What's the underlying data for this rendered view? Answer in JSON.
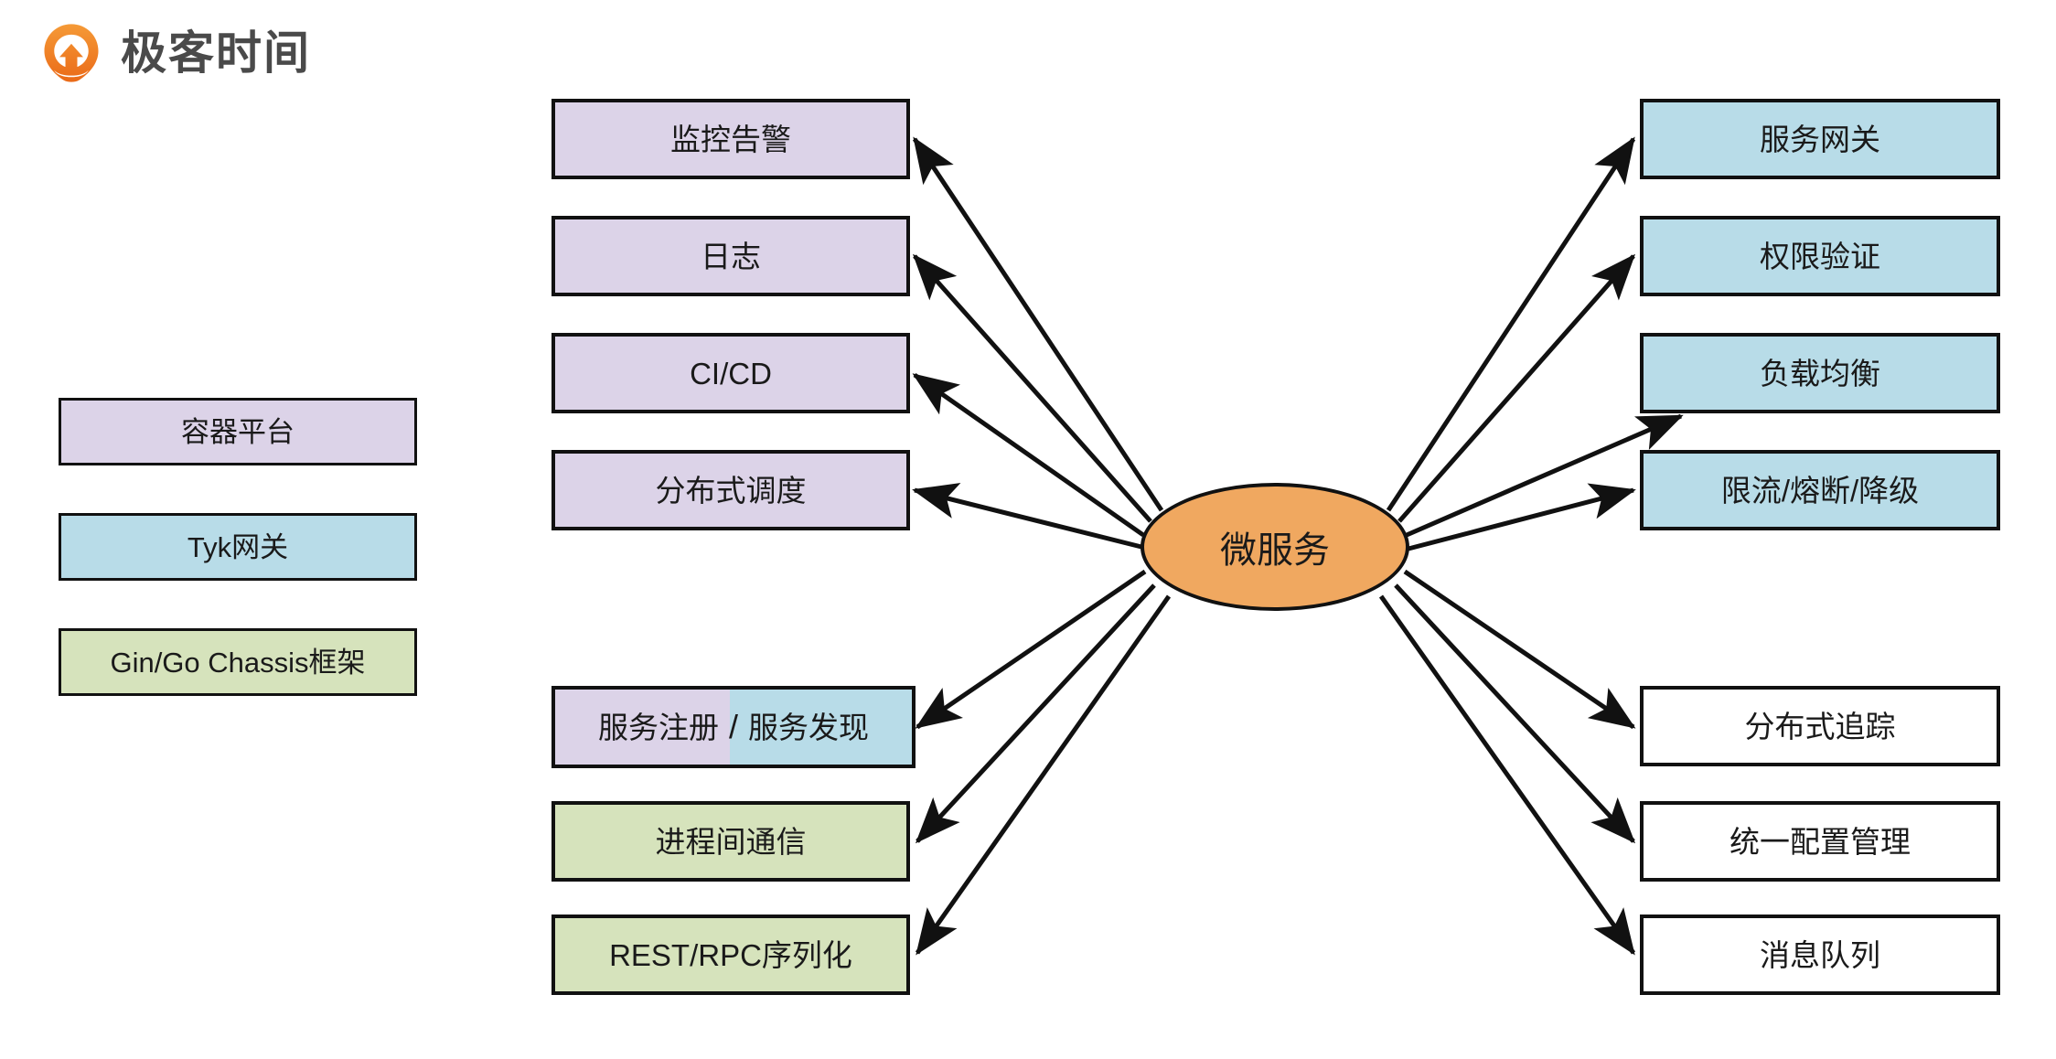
{
  "brand": {
    "name": "极客时间",
    "logo_icon": "geektime-logo-icon",
    "logo_color": "#EE7B28"
  },
  "colors": {
    "container_platform": "#DCD3E8",
    "tyk_gateway": "#B8DCE8",
    "gin_chassis": "#D6E3BC",
    "center_node": "#F0A860",
    "plain": "#FFFFFF",
    "stroke": "#111111"
  },
  "legend": {
    "title": "",
    "items": [
      {
        "label": "容器平台",
        "fill": "#DCD3E8",
        "key": "container-platform"
      },
      {
        "label": "Tyk网关",
        "fill": "#B8DCE8",
        "key": "tyk-gateway"
      },
      {
        "label": "Gin/Go Chassis框架",
        "fill": "#D6E3BC",
        "key": "gin-go-chassis"
      }
    ]
  },
  "center": {
    "label": "微服务",
    "fill": "#F0A860"
  },
  "chart_data": {
    "type": "diagram",
    "title": "微服务",
    "layout": "radial hub-and-spoke, center ellipse with arrows pointing outward to 14 capability boxes",
    "center_node": "微服务",
    "edge_direction": "from center outward to each node",
    "nodes": [
      {
        "label": "监控告警",
        "group": "容器平台",
        "fill": "#DCD3E8",
        "side": "left",
        "row": 1
      },
      {
        "label": "日志",
        "group": "容器平台",
        "fill": "#DCD3E8",
        "side": "left",
        "row": 2
      },
      {
        "label": "CI/CD",
        "group": "容器平台",
        "fill": "#DCD3E8",
        "side": "left",
        "row": 3
      },
      {
        "label": "分布式调度",
        "group": "容器平台",
        "fill": "#DCD3E8",
        "side": "left",
        "row": 4
      },
      {
        "label": "服务注册 / 服务发现",
        "group": "容器平台 + Tyk网关",
        "fill": "#DCD3E8 / #B8DCE8",
        "side": "left",
        "row": 5
      },
      {
        "label": "进程间通信",
        "group": "Gin/Go Chassis框架",
        "fill": "#D6E3BC",
        "side": "left",
        "row": 6
      },
      {
        "label": "REST/RPC序列化",
        "group": "Gin/Go Chassis框架",
        "fill": "#D6E3BC",
        "side": "left",
        "row": 7
      },
      {
        "label": "服务网关",
        "group": "Tyk网关",
        "fill": "#B8DCE8",
        "side": "right",
        "row": 1
      },
      {
        "label": "权限验证",
        "group": "Tyk网关",
        "fill": "#B8DCE8",
        "side": "right",
        "row": 2
      },
      {
        "label": "负载均衡",
        "group": "Tyk网关",
        "fill": "#B8DCE8",
        "side": "right",
        "row": 3
      },
      {
        "label": "限流/熔断/降级",
        "group": "Tyk网关",
        "fill": "#B8DCE8",
        "side": "right",
        "row": 4
      },
      {
        "label": "分布式追踪",
        "group": "",
        "fill": "#FFFFFF",
        "side": "right",
        "row": 5
      },
      {
        "label": "统一配置管理",
        "group": "",
        "fill": "#FFFFFF",
        "side": "right",
        "row": 6
      },
      {
        "label": "消息队列",
        "group": "",
        "fill": "#FFFFFF",
        "side": "right",
        "row": 7
      }
    ]
  },
  "nodes": {
    "left": [
      {
        "label": "监控告警",
        "fill": "#DCD3E8",
        "key": "monitoring-alerting"
      },
      {
        "label": "日志",
        "fill": "#DCD3E8",
        "key": "logging"
      },
      {
        "label": "CI/CD",
        "fill": "#DCD3E8",
        "key": "ci-cd"
      },
      {
        "label": "分布式调度",
        "fill": "#DCD3E8",
        "key": "distributed-scheduling"
      },
      {
        "label": "进程间通信",
        "fill": "#D6E3BC",
        "key": "inter-process-communication"
      },
      {
        "label": "REST/RPC序列化",
        "fill": "#D6E3BC",
        "key": "rest-rpc-serialization"
      }
    ],
    "split": {
      "left_label": "服务注册",
      "divider": "/",
      "right_label": "服务发现",
      "left_fill": "#DCD3E8",
      "right_fill": "#B8DCE8",
      "key": "service-registry-discovery"
    },
    "right": [
      {
        "label": "服务网关",
        "fill": "#B8DCE8",
        "key": "service-gateway"
      },
      {
        "label": "权限验证",
        "fill": "#B8DCE8",
        "key": "authorization"
      },
      {
        "label": "负载均衡",
        "fill": "#B8DCE8",
        "key": "load-balancing"
      },
      {
        "label": "限流/熔断/降级",
        "fill": "#B8DCE8",
        "key": "rate-limit-circuit-breaker-degradation"
      },
      {
        "label": "分布式追踪",
        "fill": "#FFFFFF",
        "key": "distributed-tracing"
      },
      {
        "label": "统一配置管理",
        "fill": "#FFFFFF",
        "key": "unified-config-management"
      },
      {
        "label": "消息队列",
        "fill": "#FFFFFF",
        "key": "message-queue"
      }
    ]
  }
}
